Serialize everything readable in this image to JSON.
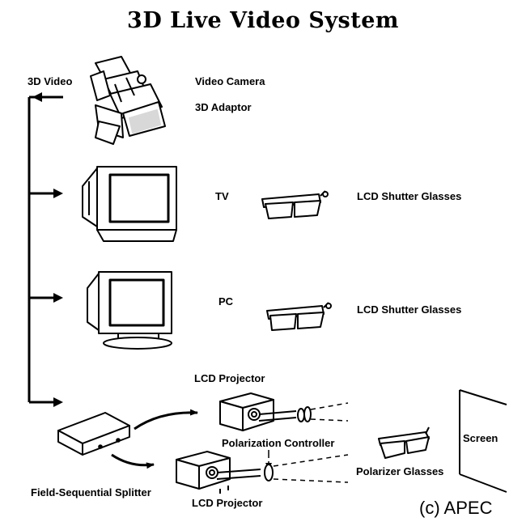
{
  "title": "3D Live Video System",
  "labels": {
    "video_out": "3D Video",
    "video_camera": "Video Camera",
    "adaptor": "3D Adaptor",
    "tv": "TV",
    "tv_glasses": "LCD Shutter Glasses",
    "pc": "PC",
    "pc_glasses": "LCD Shutter Glasses",
    "projector_top": "LCD Projector",
    "polarization_controller": "Polarization Controller",
    "screen": "Screen",
    "polarizer_glasses": "Polarizer Glasses",
    "splitter": "Field-Sequential Splitter",
    "projector_bottom": "LCD Projector"
  },
  "copyright": "(c) APEC",
  "colors": {
    "ink": "#000000",
    "fill": "#ffffff"
  },
  "icons": [
    "video-camera-icon",
    "tv-icon",
    "pc-monitor-icon",
    "shutter-glasses-icon",
    "lcd-projector-icon",
    "polarizer-filter-icon",
    "splitter-box-icon",
    "polarizer-glasses-icon",
    "screen-icon"
  ]
}
